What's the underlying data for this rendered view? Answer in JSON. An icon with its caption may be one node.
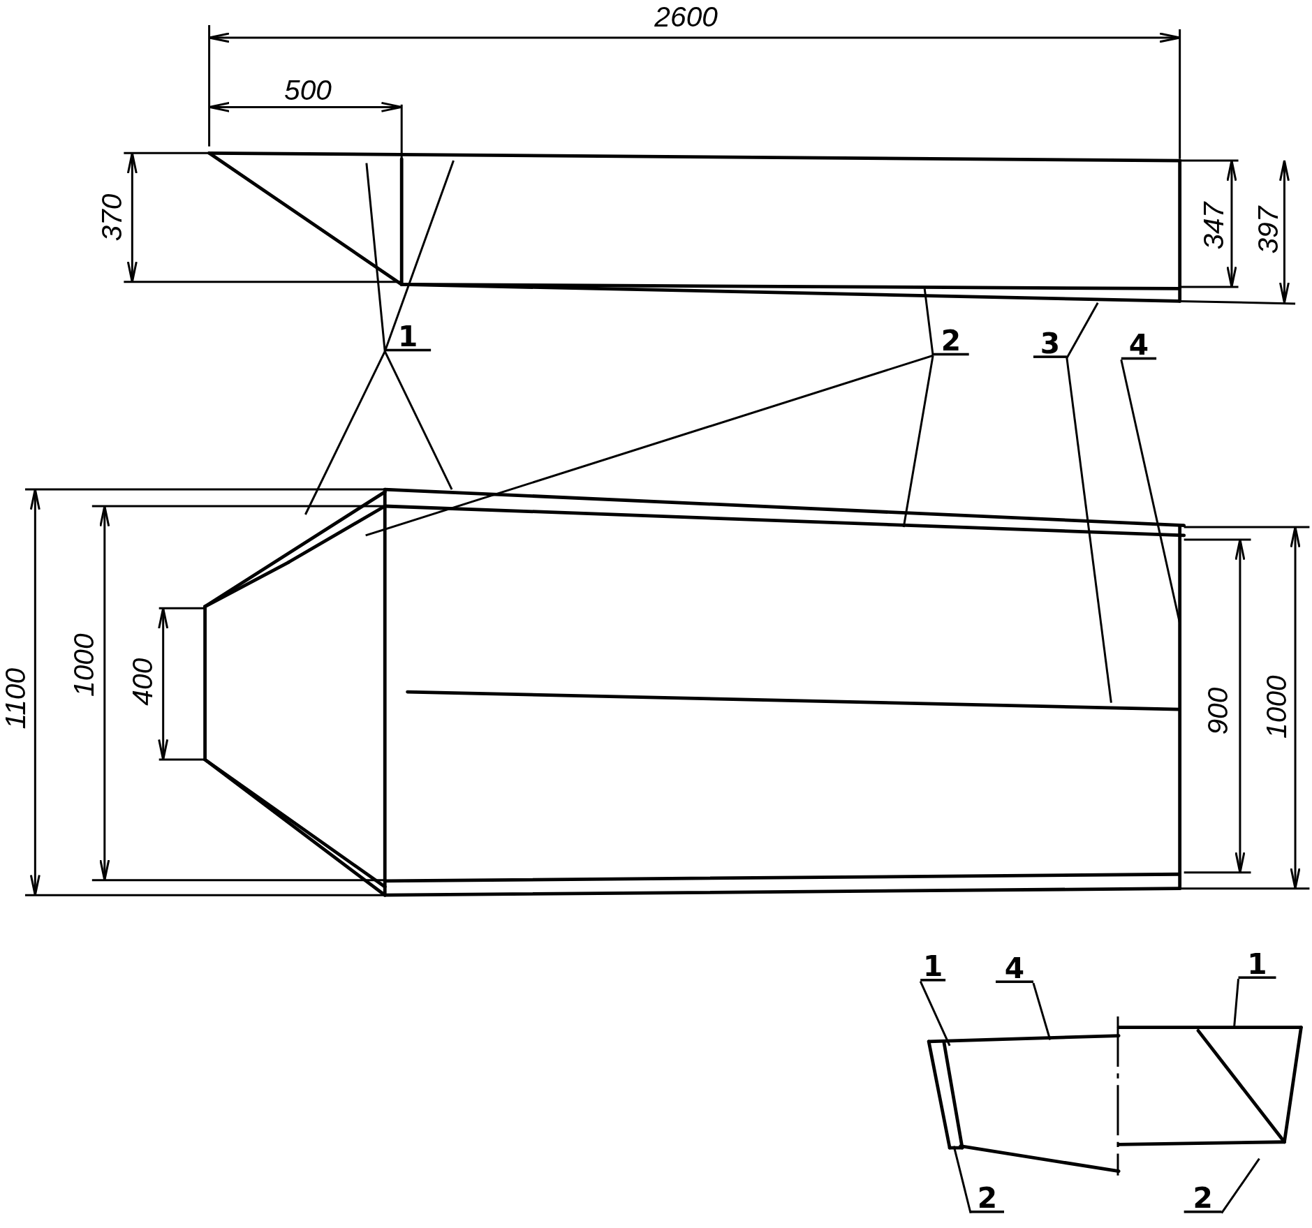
{
  "diagram": {
    "nodes": [
      {
        "text": [
          "1"
        ]
      },
      {
        "text": [
          "2"
        ]
      },
      {
        "text": [
          "3"
        ]
      },
      {
        "text": [
          "4"
        ]
      },
      {
        "text": [
          "1"
        ]
      },
      {
        "text": [
          "4"
        ]
      },
      {
        "text": [
          "1"
        ]
      },
      {
        "text": [
          "2"
        ]
      },
      {
        "text": [
          "2"
        ]
      }
    ],
    "edges": [
      {
        "from": 0,
        "to": null,
        "arrow": "none"
      },
      {
        "from": 0,
        "to": null,
        "arrow": "none"
      },
      {
        "from": 0,
        "to": null,
        "arrow": "none"
      },
      {
        "from": 0,
        "to": null,
        "arrow": "none"
      },
      {
        "from": 1,
        "to": null,
        "arrow": "none"
      },
      {
        "from": 1,
        "to": null,
        "arrow": "none"
      },
      {
        "from": 1,
        "to": null,
        "arrow": "none"
      },
      {
        "from": 2,
        "to": null,
        "arrow": "none"
      },
      {
        "from": 2,
        "to": null,
        "arrow": "none"
      },
      {
        "from": 3,
        "to": null,
        "arrow": "none"
      },
      {
        "from": 4,
        "to": null,
        "arrow": "none"
      },
      {
        "from": 5,
        "to": null,
        "arrow": "none"
      },
      {
        "from": 6,
        "to": null,
        "arrow": "none"
      },
      {
        "from": 7,
        "to": null,
        "arrow": "none"
      },
      {
        "from": 8,
        "to": null,
        "arrow": "none"
      }
    ],
    "labels": [
      "2600",
      "500",
      "370",
      "347",
      "397",
      "1100",
      "1000",
      "400",
      "900",
      "1000"
    ]
  }
}
